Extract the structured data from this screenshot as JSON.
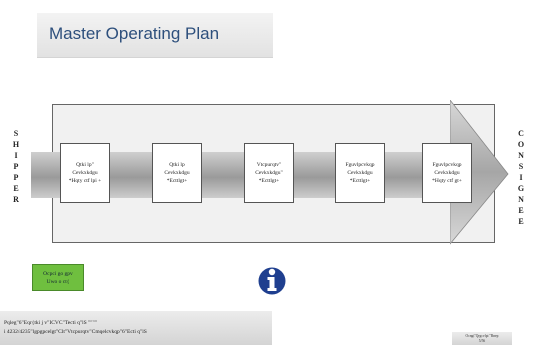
{
  "title": "Master Operating Plan",
  "left_label": "SHIPPER",
  "right_label": "CONSIGNEE",
  "steps": [
    {
      "lines": [
        "Qtki lp\"",
        "Cevkxkdgu",
        "*Hqty ctf lpi +"
      ]
    },
    {
      "lines": [
        "Qtki lp",
        "Cevkxkdgu",
        "*Ecttlgt+"
      ]
    },
    {
      "lines": [
        "Vtcpurqtv\"",
        "Cevkxkdgu\"",
        "*Ecttlgt+"
      ]
    },
    {
      "lines": [
        "Fguvlpcvkqp",
        "Cevkxkdgu",
        "*Ecttlgt+"
      ]
    },
    {
      "lines": [
        "Fguvlpcvkqp",
        "Cevkxkdgu",
        "*Hqty ctf gt+"
      ]
    }
  ],
  "green_box": {
    "lines": [
      "Ocpci go gpv",
      "Uwo o ct{"
    ]
  },
  "info_icon": "info-icon",
  "footer": {
    "line1": "Pqleg\"6\"Eqr{tki j v\"ICVC\"Tecti q\"lS \"\"\"\"",
    "line2": "i 4232/4235\"lgpgpcelgt\"Clt\"Vtcpurqtv\"Cmqelcvkqp\"6\"Ecti q\"lS"
  },
  "page_box": {
    "lines": [
      "Ocngt\"Qrgcvlpi \"Rnep",
      "5/56"
    ]
  },
  "colors": {
    "title_text": "#2d4f7c",
    "green_box": "#6fbf3f",
    "info_icon": "#1f3f8f"
  }
}
